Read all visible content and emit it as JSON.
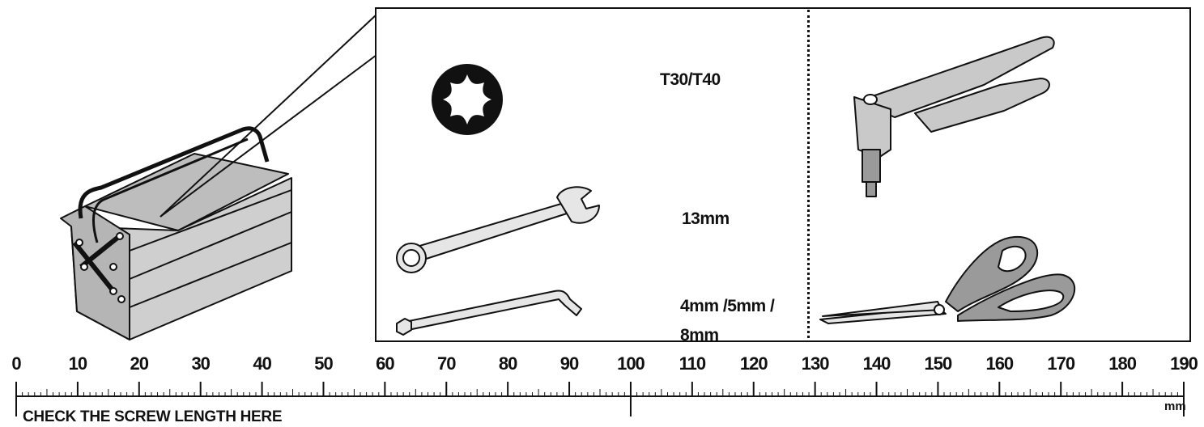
{
  "tools": {
    "torx_label": "T30/T40",
    "wrench_label": "13mm",
    "hex_key_label_line1": "4mm /5mm /",
    "hex_key_label_line2": "8mm"
  },
  "ruler": {
    "numbers": [
      "0",
      "10",
      "20",
      "30",
      "40",
      "50",
      "60",
      "70",
      "80",
      "90",
      "100",
      "110",
      "120",
      "130",
      "140",
      "150",
      "160",
      "170",
      "180",
      "190"
    ],
    "unit": "mm",
    "caption": "CHECK THE SCREW LENGTH HERE"
  },
  "colors": {
    "line": "#111111",
    "tool_fill": "#c9c9c9",
    "tool_dark": "#8f8f8f",
    "background": "#ffffff"
  },
  "icons": [
    "toolbox-icon",
    "torx-icon",
    "combination-wrench-icon",
    "hex-key-icon",
    "rivet-gun-icon",
    "scissors-icon"
  ]
}
